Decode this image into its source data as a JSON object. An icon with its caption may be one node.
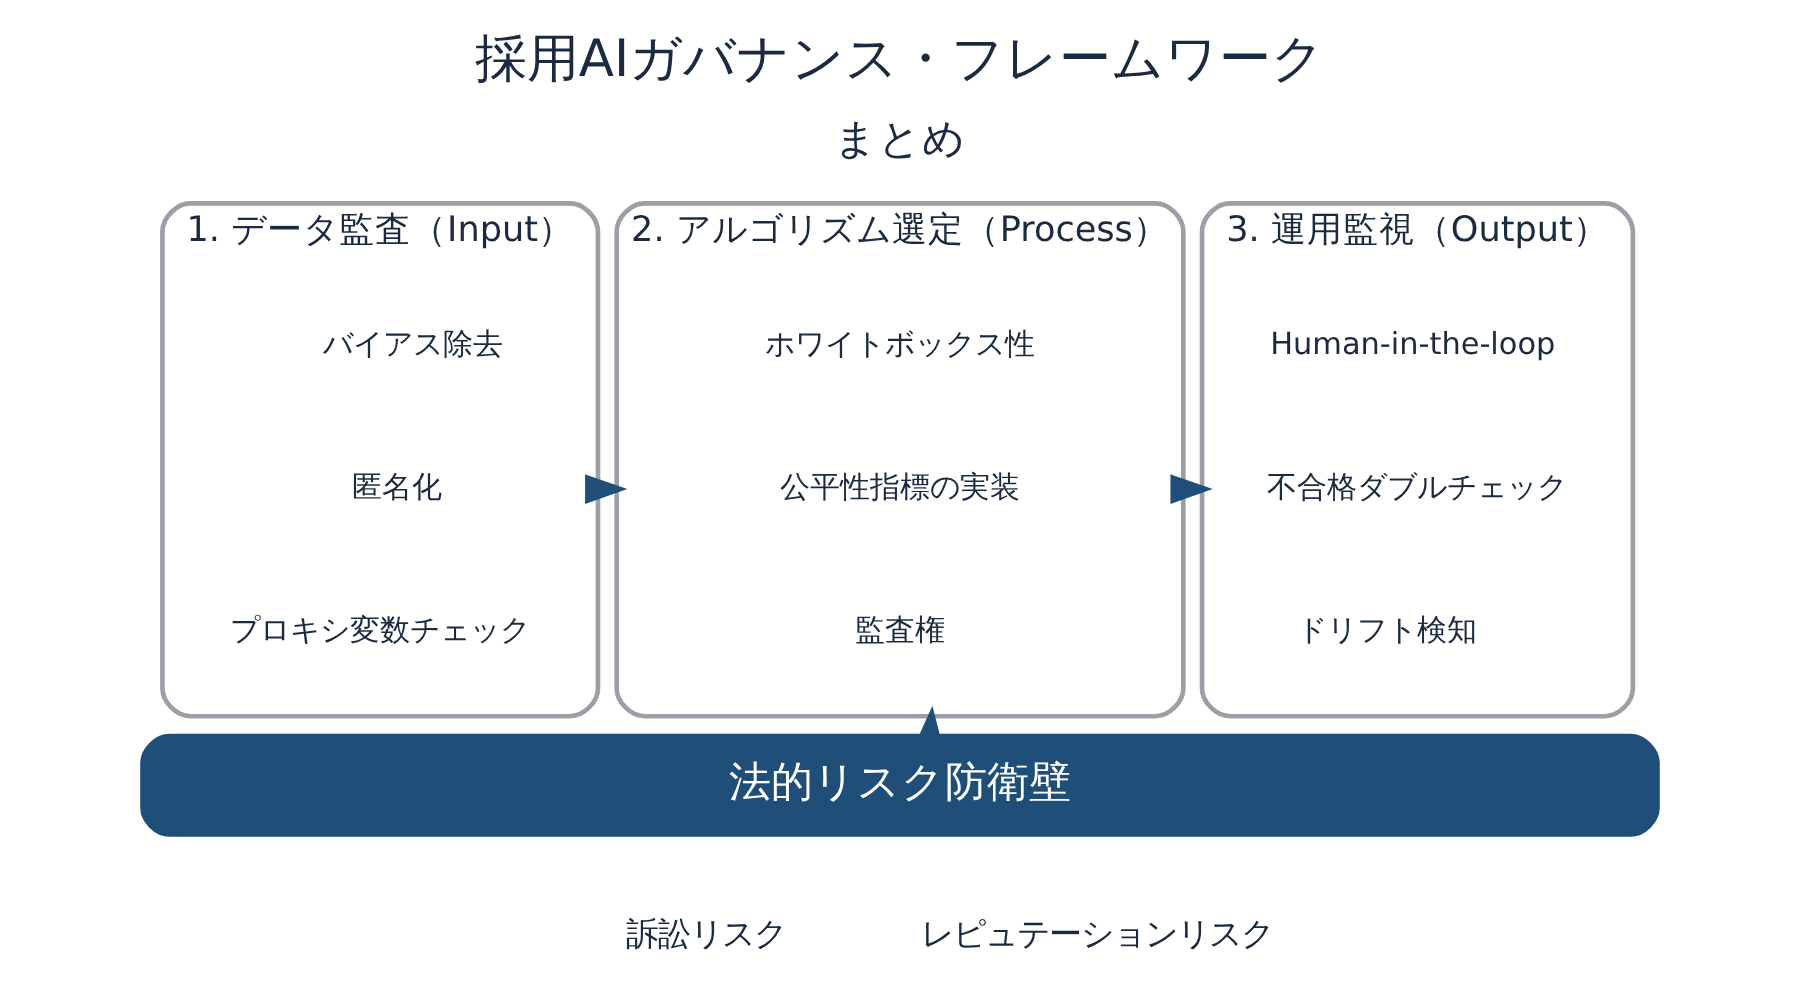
{
  "diagram": {
    "title": "採用AIガバナンス・フレームワーク",
    "nodes": [
      {
        "text": [
          "1. データ監査（Input）"
        ]
      },
      {
        "text": [
          "バイアス除去"
        ],
        "in": 0
      },
      {
        "text": [
          "匿名化"
        ],
        "in": 0
      },
      {
        "text": [
          "プロキシ変数チェック"
        ],
        "in": 0
      },
      {
        "text": [
          "2. アルゴリズム選定（Process）"
        ]
      },
      {
        "text": [
          "ホワイトボックス性"
        ],
        "in": 4
      },
      {
        "text": [
          "公平性指標の実装"
        ],
        "in": 4
      },
      {
        "text": [
          "監査権"
        ],
        "in": 4
      },
      {
        "text": [
          "3. 運用監視（Output）"
        ]
      },
      {
        "text": [
          "Human-in-the-loop"
        ],
        "in": 8
      },
      {
        "text": [
          "不合格ダブルチェック"
        ],
        "in": 8
      },
      {
        "text": [
          "ドリフト検知"
        ],
        "in": 8
      },
      {
        "text": [
          "法的リスク防衛壁"
        ]
      }
    ],
    "edges": [
      {
        "from": 0,
        "to": 4,
        "arrow": "to"
      },
      {
        "from": 4,
        "to": 8,
        "arrow": "to"
      },
      {
        "from": 12,
        "to": 4,
        "arrow": "to"
      }
    ],
    "labels": [
      "まとめ",
      "訴訟リスク",
      "レピュテーションリスク"
    ]
  }
}
